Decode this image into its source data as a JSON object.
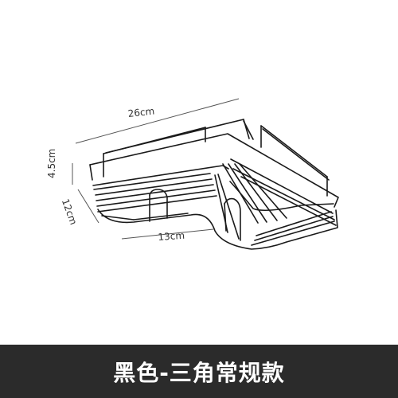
{
  "product_image": {
    "dimension_labels": {
      "width": "26cm",
      "height": "4.5cm",
      "depth": "12cm",
      "front": "13cm"
    },
    "frame_color": "#1a1a1a",
    "dimension_line_color": "#555555"
  },
  "caption": {
    "text": "黑色-三角常规款",
    "background_color": "#2b2b2b",
    "text_color": "#ffffff"
  }
}
